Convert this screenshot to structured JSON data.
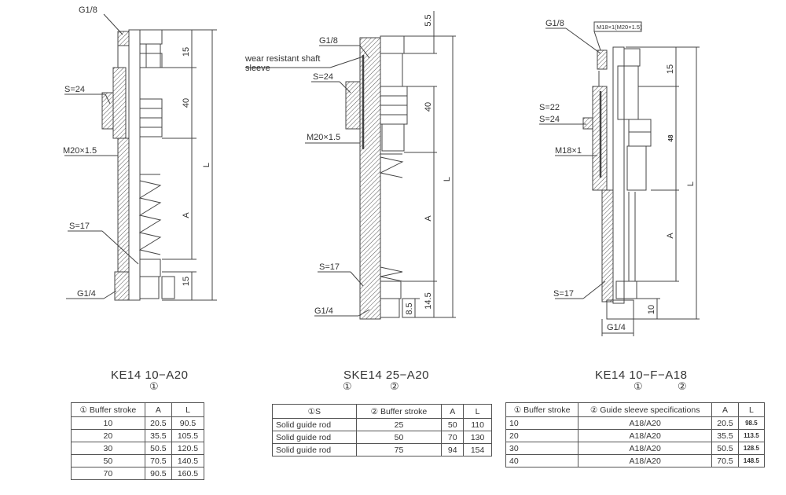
{
  "diagrams": [
    {
      "title": "KE14 10−A20",
      "markers": [
        "①"
      ],
      "labels": {
        "thread_top": "G1/8",
        "hex_large": "S=24",
        "thread_mid": "M20×1.5",
        "hex_small": "S=17",
        "thread_bottom": "G1/4"
      },
      "dims": {
        "top": "15",
        "hex": "40",
        "overall": "L",
        "stroke": "A",
        "bottom": "15"
      }
    },
    {
      "title": "SKE14 25−A20",
      "markers": [
        "①",
        "②"
      ],
      "labels": {
        "thread_top": "G1/8",
        "sleeve_line1": "wear resistant shaft",
        "sleeve_line2": "sleeve",
        "hex_large": "S=24",
        "thread_mid": "M20×1.5",
        "hex_small": "S=17",
        "thread_bottom": "G1/4"
      },
      "dims": {
        "top": "5.5",
        "hex": "40",
        "overall": "L",
        "stroke": "A",
        "bottom1": "14.5",
        "bottom2": "8.5"
      }
    },
    {
      "title": "KE14 10−F−A18",
      "markers": [
        "①",
        "②"
      ],
      "labels": {
        "thread_top": "G1/8",
        "thread_box": "M18×1(M20×1.5)",
        "hex_large1": "S=22",
        "hex_large2": "S=24",
        "thread_mid": "M18×1",
        "hex_small": "S=17",
        "thread_bottom": "G1/4"
      },
      "dims": {
        "top": "15",
        "hex": "48",
        "overall": "L",
        "stroke": "A",
        "bottom": "10"
      }
    }
  ],
  "tables": [
    {
      "headers": [
        "① Buffer stroke",
        "A",
        "L"
      ],
      "rows": [
        [
          "10",
          "20.5",
          "90.5"
        ],
        [
          "20",
          "35.5",
          "105.5"
        ],
        [
          "30",
          "50.5",
          "120.5"
        ],
        [
          "50",
          "70.5",
          "140.5"
        ],
        [
          "70",
          "90.5",
          "160.5"
        ]
      ]
    },
    {
      "headers": [
        "①S",
        "② Buffer stroke",
        "A",
        "L"
      ],
      "rows": [
        [
          "Solid guide rod",
          "25",
          "50",
          "110"
        ],
        [
          "Solid guide rod",
          "50",
          "70",
          "130"
        ],
        [
          "Solid guide rod",
          "75",
          "94",
          "154"
        ]
      ]
    },
    {
      "headers": [
        "① Buffer stroke",
        "② Guide sleeve specifications",
        "A",
        "L"
      ],
      "rows": [
        [
          "10",
          "A18/A20",
          "20.5",
          "98.5"
        ],
        [
          "20",
          "A18/A20",
          "35.5",
          "113.5"
        ],
        [
          "30",
          "A18/A20",
          "50.5",
          "128.5"
        ],
        [
          "40",
          "A18/A20",
          "70.5",
          "148.5"
        ]
      ]
    }
  ]
}
